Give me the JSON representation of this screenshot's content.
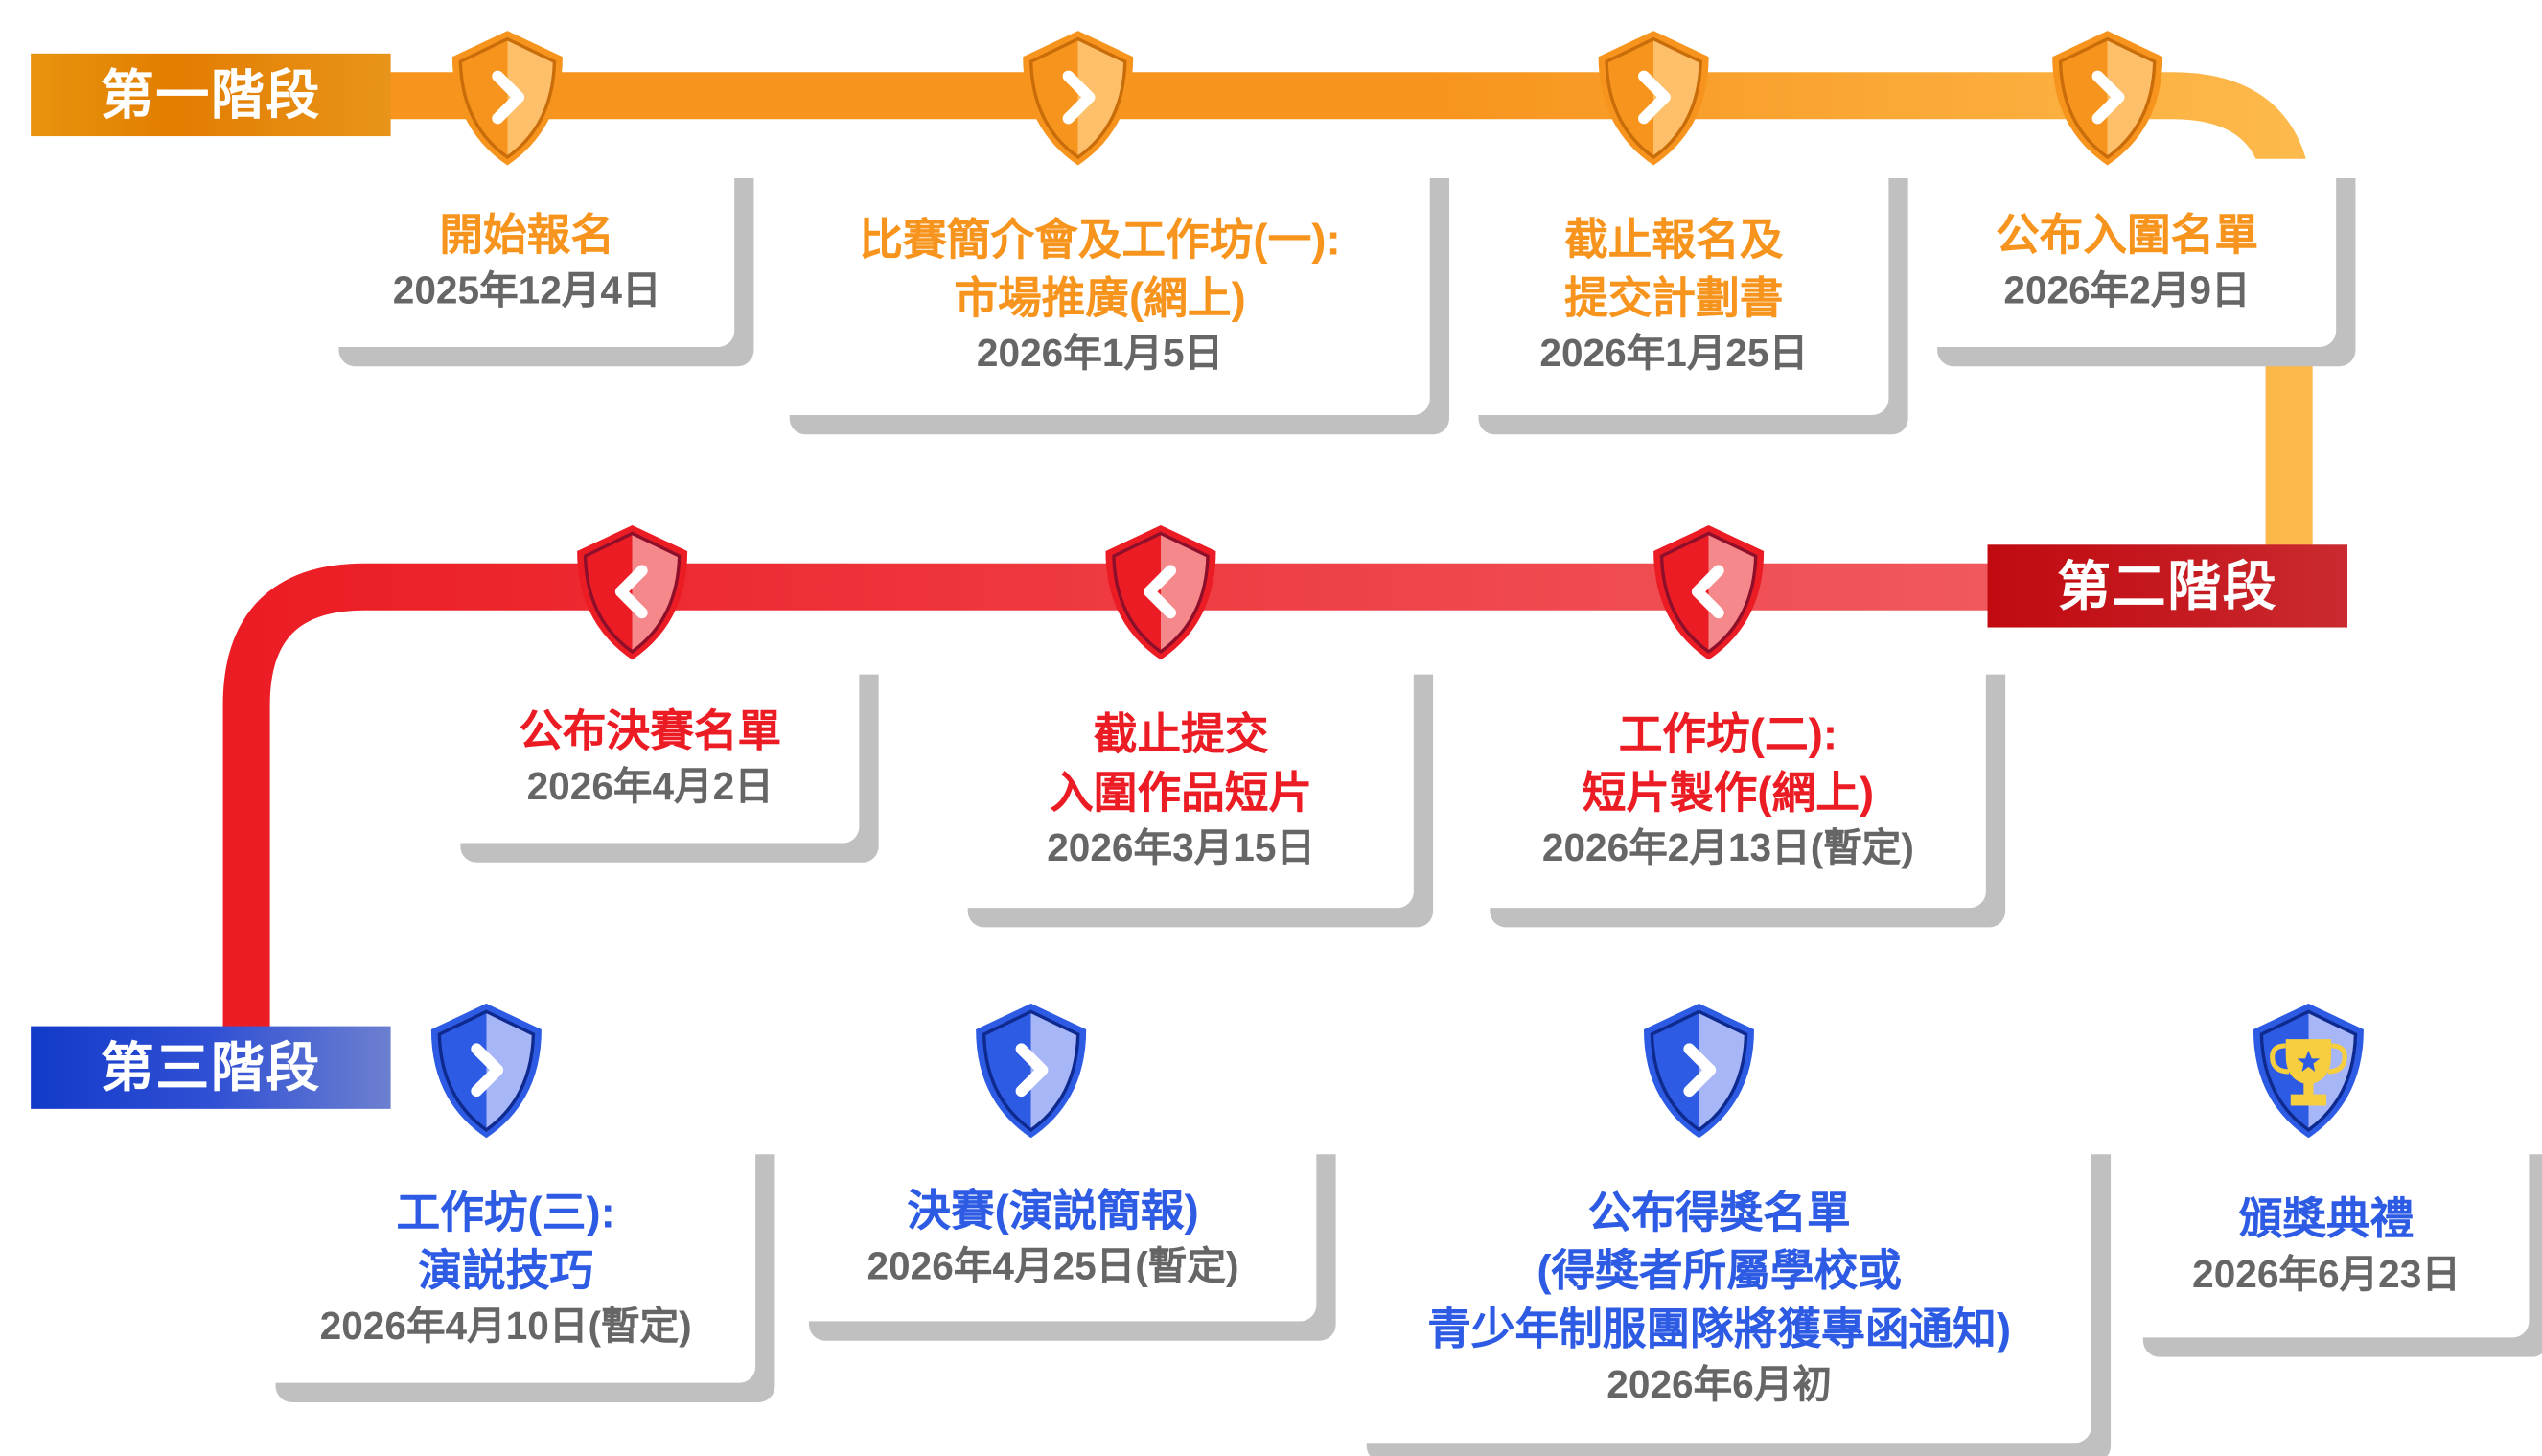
{
  "colors": {
    "stage1": "#F7941D",
    "stage2": "#EC1C24",
    "stage3": "#2D5BE3",
    "date_text": "#666666",
    "card_shadow": "#C0C0C0",
    "trophy": "#F7CE3E"
  },
  "stages": [
    {
      "label": "第一階段",
      "icon": "chevron-right-icon",
      "milestones": [
        {
          "title": "開始報名",
          "date": "2025年12月4日"
        },
        {
          "title": "比賽簡介會及工作坊(一):\n市場推廣(網上)",
          "date": "2026年1月5日"
        },
        {
          "title": "截止報名及\n提交計劃書",
          "date": "2026年1月25日"
        },
        {
          "title": "公布入圍名單",
          "date": "2026年2月9日"
        }
      ]
    },
    {
      "label": "第二階段",
      "icon": "chevron-left-icon",
      "milestones": [
        {
          "title": "公布決賽名單",
          "date": "2026年4月2日"
        },
        {
          "title": "截止提交\n入圍作品短片",
          "date": "2026年3月15日"
        },
        {
          "title": "工作坊(二):\n短片製作(網上)",
          "date": "2026年2月13日(暫定)"
        }
      ]
    },
    {
      "label": "第三階段",
      "icon": "chevron-right-icon",
      "milestones": [
        {
          "title": "工作坊(三):\n演説技巧",
          "date": "2026年4月10日(暫定)"
        },
        {
          "title": "決賽(演説簡報)",
          "date": "2026年4月25日(暫定)"
        },
        {
          "title": "公布得獎名單\n(得獎者所屬學校或\n青少年制服團隊將獲專函通知)",
          "date": "2026年6月初"
        },
        {
          "title": "頒獎典禮",
          "date": "2026年6月23日",
          "icon": "trophy-icon"
        }
      ]
    }
  ]
}
